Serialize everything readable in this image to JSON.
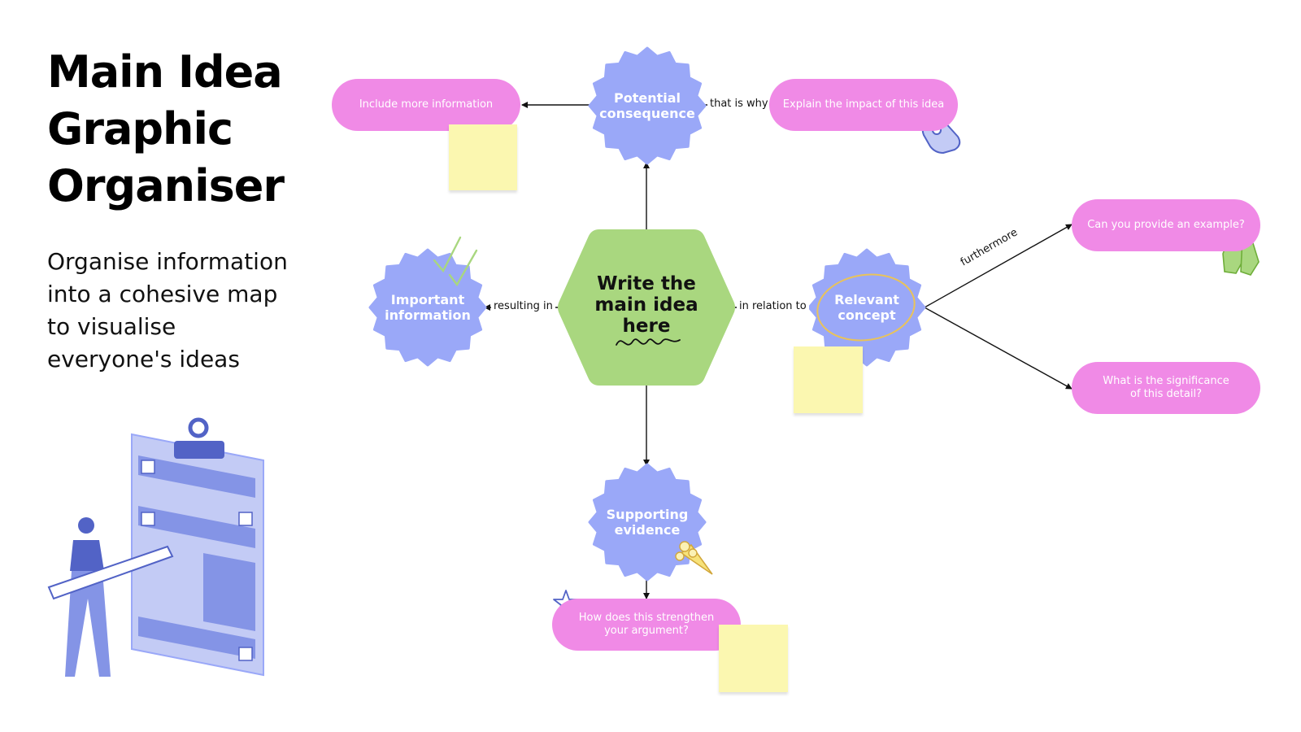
{
  "header": {
    "title_lines": [
      "Main Idea",
      "Graphic",
      "Organiser"
    ],
    "subtitle_lines": [
      "Organise information",
      "into a cohesive map",
      "to visualise",
      "everyone's ideas"
    ]
  },
  "map": {
    "center": {
      "lines": [
        "Write the",
        "main idea",
        "here"
      ]
    },
    "nodes": {
      "consequence": {
        "lines": [
          "Potential",
          "consequence"
        ]
      },
      "important": {
        "lines": [
          "Important",
          "information"
        ]
      },
      "relevant": {
        "lines": [
          "Relevant",
          "concept"
        ]
      },
      "supporting": {
        "lines": [
          "Supporting",
          "evidence"
        ]
      }
    },
    "pills": {
      "more_info": {
        "lines": [
          "Include more information"
        ]
      },
      "impact": {
        "lines": [
          "Explain the impact of this idea"
        ]
      },
      "example": {
        "lines": [
          "Can you provide an example?"
        ]
      },
      "significance": {
        "lines": [
          "What is the significance",
          "of this detail?"
        ]
      },
      "strengthen": {
        "lines": [
          "How does this strengthen",
          "your argument?"
        ]
      }
    },
    "connectors": {
      "that_is_why": "that is why",
      "resulting_in": "resulting in",
      "in_relation_to": "in relation to",
      "furthermore": "furthermore"
    }
  },
  "colors": {
    "badge": "#9aa8f8",
    "hexagon": "#a9d77f",
    "pill": "#f08ae6",
    "note": "#fbf7b0",
    "illustration_primary": "#5263c6",
    "illustration_light": "#c3cbf5"
  },
  "icons": [
    "checkmark-icon",
    "ok-hand-icon",
    "high-five-icon",
    "flower-bouquet-icon",
    "star-doodle-icon",
    "underline-squiggle-icon",
    "circle-doodle-icon"
  ]
}
